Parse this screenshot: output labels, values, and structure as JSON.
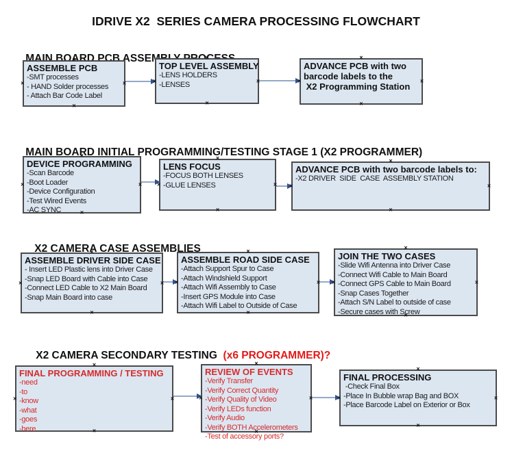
{
  "title": "IDRIVE X2  SERIES CAMERA PROCESSING FLOWCHART",
  "colors": {
    "box_fill": "#dce6f1",
    "box_border": "#4a4a4a",
    "header_red": "#e01a1a",
    "box_red_text": "#d52b2b",
    "arrow_line": "#93a9c7",
    "arrow_head": "#32508f",
    "text": "#1a1a1a"
  },
  "sections": [
    {
      "header": "MAIN BOARD PCB ASSEMBLY PROCESS",
      "boxes": [
        {
          "title": "ASSEMBLE PCB",
          "items": [
            "-SMT processes",
            "- HAND Solder processes",
            "- Attach Bar Code Label"
          ]
        },
        {
          "title": "TOP LEVEL ASSEMBLY",
          "items": [
            "-LENS HOLDERS",
            "-LENSES"
          ]
        },
        {
          "title_lines": [
            "ADVANCE PCB with two",
            "barcode labels to the",
            " X2 Programming Station"
          ]
        }
      ]
    },
    {
      "header": "MAIN BOARD INITIAL PROGRAMMING/TESTING STAGE 1 (X2 PROGRAMMER)",
      "boxes": [
        {
          "title": "DEVICE PROGRAMMING",
          "items": [
            "-Scan Barcode",
            "-Boot Loader",
            "-Device Configuration",
            "-Test Wired Events",
            "-AC SYNC"
          ]
        },
        {
          "title": "LENS FOCUS",
          "items": [
            "-FOCUS BOTH LENSES",
            "-GLUE LENSES"
          ]
        },
        {
          "title": "ADVANCE PCB with two barcode labels to:",
          "items": [
            "-X2 DRIVER  SIDE  CASE  ASSEMBLY STATION"
          ]
        }
      ]
    },
    {
      "header": "X2 CAMERA CASE ASSEMBLIES",
      "boxes": [
        {
          "title": "ASSEMBLE DRIVER SIDE CASE",
          "items": [
            "- Insert LED Plastic lens into Driver Case",
            "-Snap LED Board with Cable into Case",
            "-Connect LED Cable to X2 Main Board",
            "-Snap Main Board into case"
          ]
        },
        {
          "title": "ASSEMBLE ROAD SIDE CASE",
          "items": [
            "-Attach Support Spur to Case",
            "-Attach Windshield Support",
            "-Attach Wifi Assembly to Case",
            "-Insert GPS Module into Case",
            "-Attach Wifi Label to Outside of Case"
          ]
        },
        {
          "title": "JOIN THE TWO CASES",
          "items": [
            "-Slide Wifi Antenna into Driver Case",
            "-Connect Wifi Cable to Main Board",
            "-Connect GPS Cable to Main Board",
            "-Snap Cases Together",
            "-Attach S/N Label to outside of case",
            "-Secure cases with Screw"
          ]
        }
      ]
    },
    {
      "header": "X2 CAMERA SECONDARY TESTING ",
      "header_red": " (x6 PROGRAMMER)?",
      "boxes": [
        {
          "title": "FINAL PROGRAMMING / TESTING",
          "items": [
            "-need",
            "-to",
            "-know",
            "-what",
            "-goes",
            "-here"
          ]
        },
        {
          "title": "REVIEW OF EVENTS",
          "items": [
            "-Verify Transfer",
            "-Verify Correct Quantity",
            "-Verify Quality of Video",
            "-Verify LEDs function",
            "-Verify Audio",
            "-Verify BOTH Accelerometers",
            "-Test of accessory ports?"
          ]
        },
        {
          "title": "FINAL PROCESSING",
          "items": [
            " -Check Final Box",
            "-Place In Bubble wrap Bag and BOX",
            "-Place Barcode Label on Exterior or Box"
          ]
        }
      ]
    }
  ]
}
